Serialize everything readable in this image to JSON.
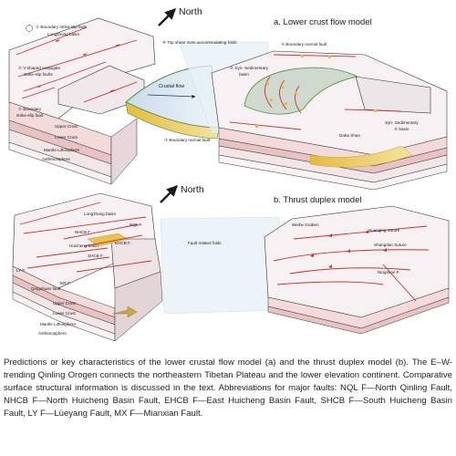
{
  "panel_a": {
    "north": "North",
    "title": "a. Lower crust flow model",
    "labels": {
      "boundary_strike_slip_top": "① Boundary strike-slip fault",
      "longzhong_basin": "Longzhong basin",
      "top_shear_zone": "④ Top shear zone accommodating folds",
      "boundary_normal_top": "③ Boundary normal fault",
      "v_shaped_1": "② V-shaped conjugate",
      "v_shaped_2": "strike-slip faults",
      "syn_sed_1": "⑤ Syn- Sedimentary",
      "syn_sed_2": "basin",
      "crustal_flow": "Crustal flow",
      "boundary_strike_slip_left_1": "① Boundary",
      "boundary_strike_slip_left_2": "strike-slip fault",
      "upper_crust": "Upper Crust",
      "lower_crust": "Lower Crust",
      "mantle_lithosphere": "Mantle Lithosphere",
      "asthenosphere": "Asthenosphere",
      "boundary_normal_bottom": "③ Boundary normal fault",
      "syn_sed_right_1": "Syn- Sedimentary",
      "syn_sed_right_2": "⑤ basin",
      "daba_shan": "Daba Shan"
    }
  },
  "panel_b": {
    "north": "North",
    "title": "b. Thrust duplex model",
    "labels": {
      "longzhong_basin": "Longzhong basin",
      "nql_f": "NQL F.",
      "nhcb_f": "NHCB F.",
      "huicheng_basin": "Huicheng basin",
      "ehcb_f": "EHCB F.",
      "shcb_f": "SHCB F.",
      "ly_f": "LY F.",
      "mx_f": "MX F.",
      "qingchuan_fault": "Qingchuan fault",
      "upper_crust": "Upper Crust",
      "lower_crust": "Lower Crust",
      "mantle_lithosphere": "Mantle Lithosphere",
      "asthenosphere": "Asthenosphere",
      "fault_related_folds": "Fault related folds",
      "weihe_graben": "Weihe Graben",
      "xuanqing_suture": "Xuanqing Suture",
      "shangdan_suture": "Shangdan Suture",
      "ningshan_f": "Ningshan F."
    }
  },
  "caption": "Predictions or key characteristics of the lower crustal flow model (a) and the thrust duplex model (b). The E–W-trending Qinling Orogen connects the northeastern Tibetan Plateau and the lower elevation continent. Comparative surface structural information is discussed in the text. Abbreviations for major faults: NQL F—North Qinling Fault, NHCB F—North Huicheng Basin Fault, EHCB F—East Huicheng Basin Fault, SHCB F—South Huicheng Basin Fault, LY F—Lüeyang Fault, MX F—Mianxian Fault.",
  "colors": {
    "top_surface": "#f7f2f4",
    "upper_crust": "#f4dada",
    "lower_crust": "#e9c3c3",
    "mantle": "#f3e6e6",
    "basin_yellow": "#e6c44e",
    "flow_blue": "#d8e8f2",
    "fault_red": "#c9332f"
  }
}
